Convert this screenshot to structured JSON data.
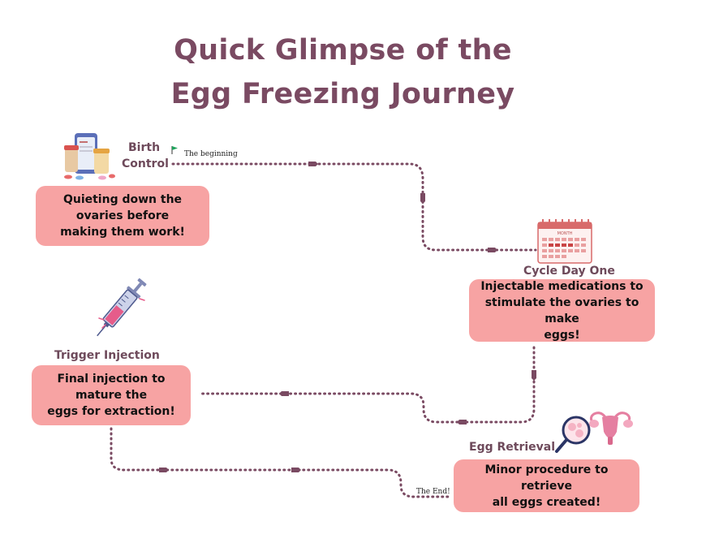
{
  "title": {
    "line1": "Quick Glimpse of the",
    "line2": "Egg Freezing Journey"
  },
  "start_label": "The beginning",
  "end_label": "The End!",
  "steps": [
    {
      "name": "Birth Control",
      "name_line1": "Birth",
      "name_line2": "Control",
      "description_lines": [
        "Quieting down the",
        "ovaries before",
        "making them work!"
      ],
      "icon": "birth-control-pills-icon"
    },
    {
      "name": "Cycle Day One",
      "description_lines": [
        "Injectable medications to",
        "stimulate the ovaries to make",
        "eggs!"
      ],
      "icon": "calendar-icon",
      "calendar_header": "MONTH"
    },
    {
      "name": "Trigger Injection",
      "description_lines": [
        "Final injection to mature the",
        "eggs for extraction!"
      ],
      "icon": "syringe-icon"
    },
    {
      "name": "Egg Retrieval",
      "description_lines": [
        "Minor procedure to retrieve",
        "all eggs created!"
      ],
      "icon": "uterus-magnifier-icon"
    }
  ],
  "colors": {
    "title": "#7a4a62",
    "box": "#f7a3a3",
    "path": "#7a4a62",
    "stage_label": "#6e4a5b"
  }
}
